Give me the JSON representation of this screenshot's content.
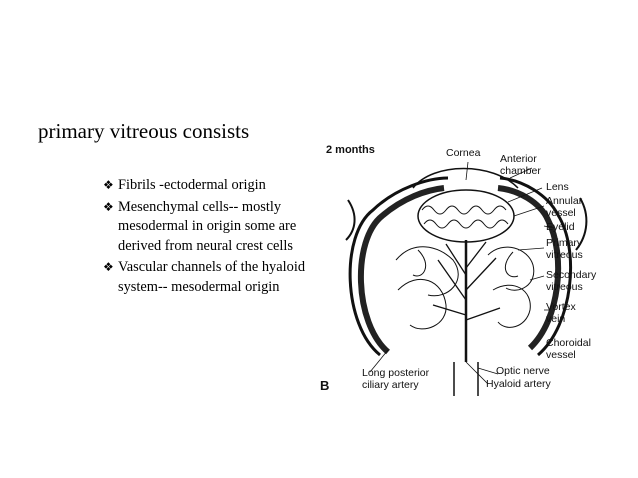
{
  "slide": {
    "heading": "primary vitreous consists",
    "bullets": [
      {
        "text": "Fibrils -ectodermal origin"
      },
      {
        "text": "Mesenchymal cells-- mostly mesodermal in origin some are derived from neural crest cells"
      },
      {
        "text": "Vascular channels of the hyaloid system-- mesodermal origin"
      }
    ],
    "bullet_marker": "❖"
  },
  "figure": {
    "title": "2 months",
    "panel_letter": "B",
    "labels": {
      "cornea": "Cornea",
      "anterior_chamber_1": "Anterior",
      "anterior_chamber_2": "chamber",
      "lens": "Lens",
      "annular_vessel_1": "Annular",
      "annular_vessel_2": "vessel",
      "eyelid": "Eyelid",
      "primary_vitreous_1": "Primary",
      "primary_vitreous_2": "vitreous",
      "secondary_vitreous_1": "Secondary",
      "secondary_vitreous_2": "vitreous",
      "vortex_vein_1": "Vortex",
      "vortex_vein_2": "vein",
      "choroidal_vessel_1": "Choroidal",
      "choroidal_vessel_2": "vessel",
      "optic_nerve": "Optic nerve",
      "hyaloid_artery": "Hyaloid artery",
      "long_posterior_1": "Long posterior",
      "long_posterior_2": "ciliary artery"
    }
  }
}
